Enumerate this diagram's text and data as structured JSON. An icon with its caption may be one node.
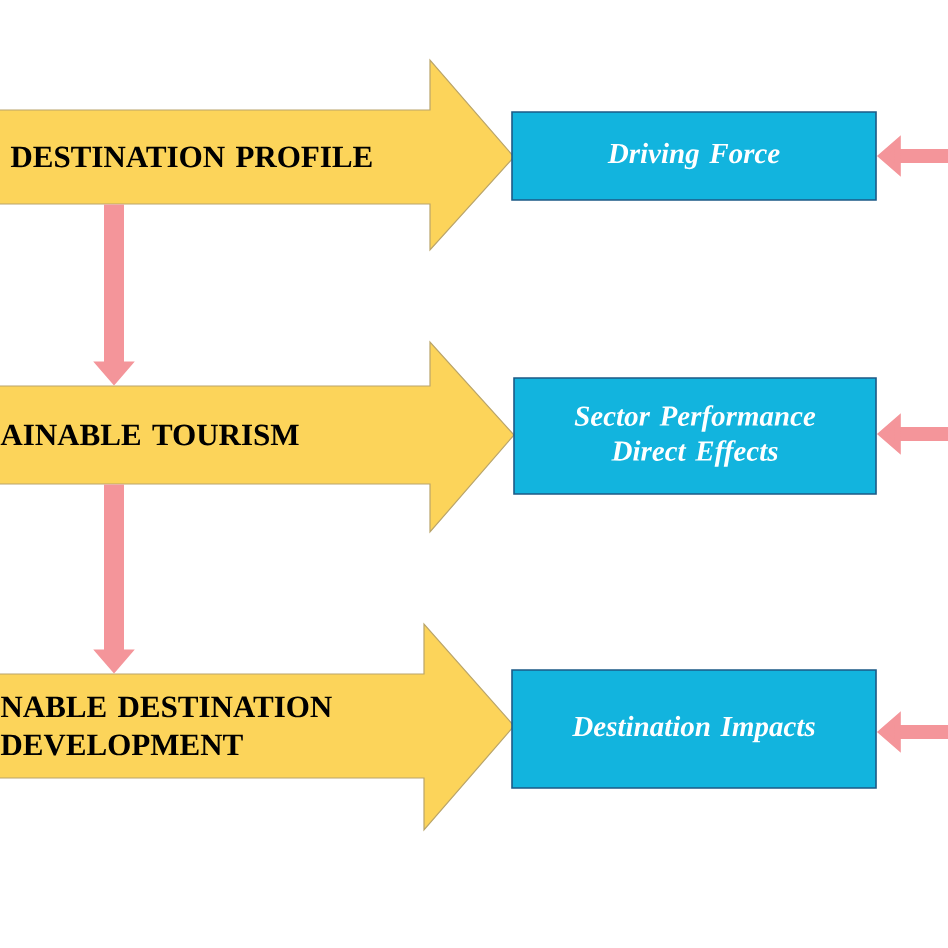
{
  "diagram": {
    "nodes": [
      {
        "text": [
          "DESTINATION PROFILE"
        ]
      },
      {
        "text": [
          "AINABLE TOURISM"
        ]
      },
      {
        "text": [
          "NABLE DESTINATION DEVELOPMENT"
        ]
      },
      {
        "text": [
          "Driving Force"
        ]
      },
      {
        "text": [
          "Sector Performance Direct Effects"
        ]
      },
      {
        "text": [
          "Destination Impacts"
        ]
      }
    ],
    "edges": [
      {
        "from": 0,
        "to": 1,
        "arrow": "to"
      },
      {
        "from": 1,
        "to": 2,
        "arrow": "to"
      },
      {
        "from": null,
        "to": 3,
        "arrow": "to"
      },
      {
        "from": null,
        "to": 4,
        "arrow": "to"
      },
      {
        "from": null,
        "to": 5,
        "arrow": "to"
      }
    ]
  }
}
